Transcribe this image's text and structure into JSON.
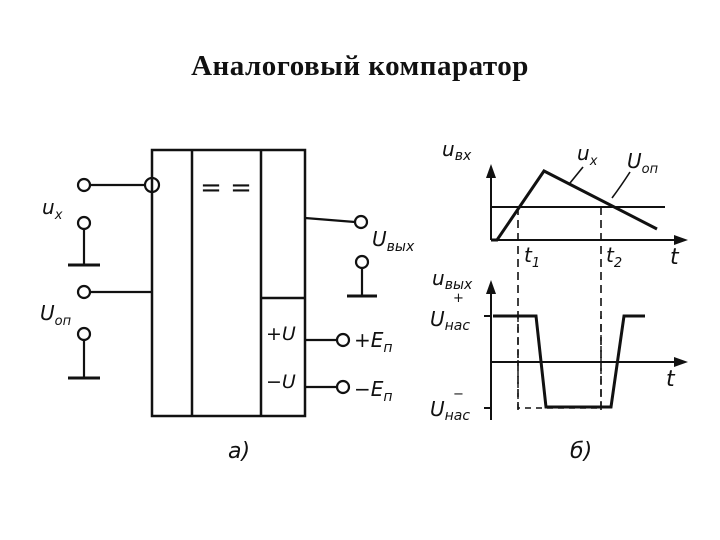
{
  "slide": {
    "title": "Аналоговый компаратор"
  },
  "block_diagram": {
    "caption": "а)",
    "symbol": "= =",
    "inputs": {
      "signal": "u",
      "signal_sub": "x",
      "reference": "U",
      "reference_sub": "оп"
    },
    "output": {
      "name": "U",
      "sub": "вых"
    },
    "power": {
      "plus_pin": "+U",
      "minus_pin": "−U",
      "plus_source": "+E",
      "minus_source": "−E",
      "source_sub": "п"
    }
  },
  "timing_diagram": {
    "caption": "б)",
    "top": {
      "axis_y": "u",
      "axis_y_sub": "вх",
      "axis_x": "t",
      "signal": "u",
      "signal_sub": "x",
      "reference": "U",
      "reference_sub": "оп",
      "t1": "t",
      "t1_sub": "1",
      "t2": "t",
      "t2_sub": "2"
    },
    "bottom": {
      "axis_y": "u",
      "axis_y_sub": "вых",
      "axis_x": "t",
      "sat_pos": "U",
      "sat_pos_sub": "нас",
      "sat_pos_sign": "+",
      "sat_neg": "U",
      "sat_neg_sub": "нас",
      "sat_neg_sign": "−"
    }
  }
}
